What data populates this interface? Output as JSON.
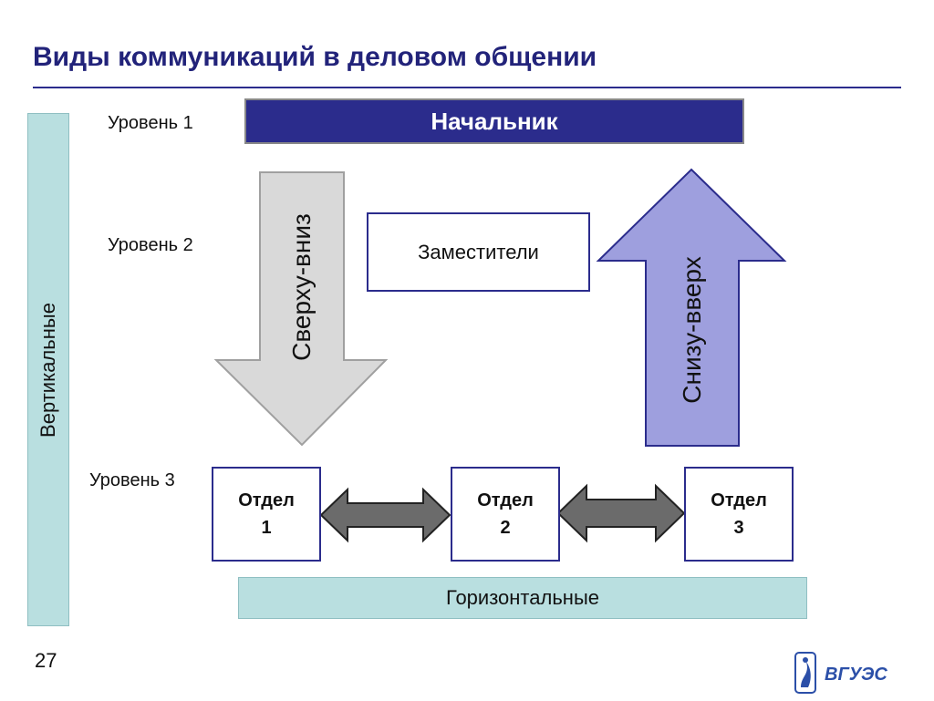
{
  "title": "Виды коммуникаций в деловом общении",
  "levels": {
    "l1": "Уровень 1",
    "l2": "Уровень 2",
    "l3": "Уровень 3"
  },
  "boss": "Начальник",
  "deputies": "Заместители",
  "arrow_down": "Сверху-вниз",
  "arrow_up": "Снизу-вверх",
  "departments": [
    {
      "line1": "Отдел",
      "line2": "1"
    },
    {
      "line1": "Отдел",
      "line2": "2"
    },
    {
      "line1": "Отдел",
      "line2": "3"
    }
  ],
  "vertical_label": "Вертикальные",
  "horizontal_label": "Горизонтальные",
  "page_number": "27",
  "logo_text": "ВГУЭС",
  "colors": {
    "dark_blue": "#2b2c8c",
    "light_teal": "#b9dfe0",
    "arrow_down_fill": "#d9d9d9",
    "arrow_up_fill": "#9e9fde",
    "double_arrow_fill": "#6b6b6b"
  }
}
